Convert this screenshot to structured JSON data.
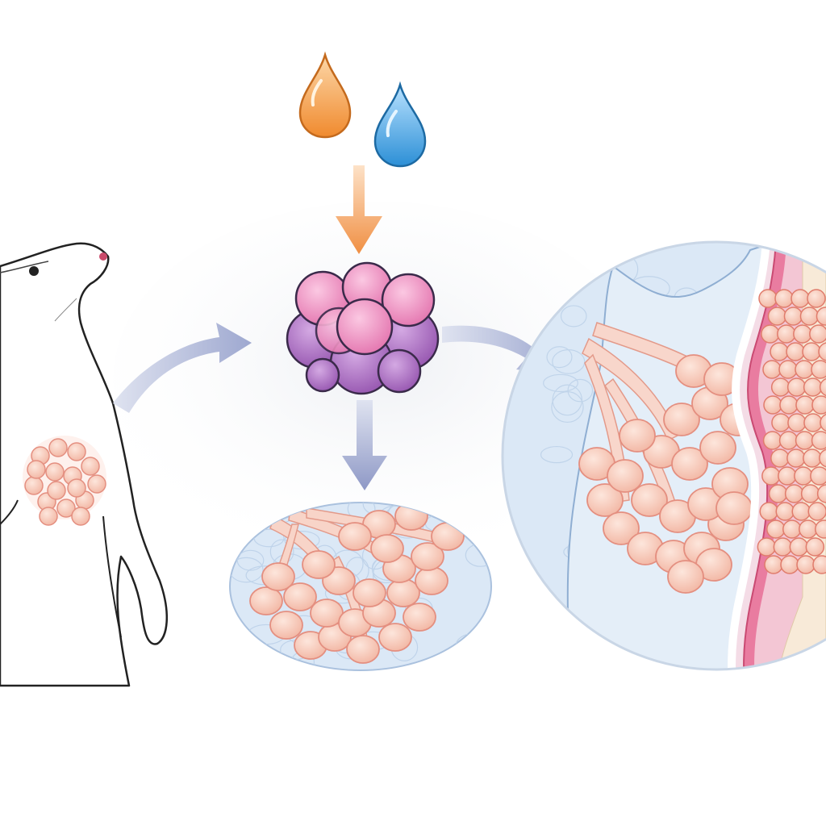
{
  "diagram": {
    "nodes": [
      {
        "id": "mouse",
        "label": "",
        "icon": "mouse-icon"
      },
      {
        "id": "mammary-gland-on-mouse",
        "label": "",
        "icon": "mammary-gland-icon"
      },
      {
        "id": "hormone-drop-orange",
        "label": "",
        "icon": "droplet-icon"
      },
      {
        "id": "hormone-drop-blue",
        "label": "",
        "icon": "droplet-icon"
      },
      {
        "id": "cell-cluster",
        "label": "",
        "icon": "cell-cluster-icon"
      },
      {
        "id": "organoid-lobule",
        "label": "",
        "icon": "alveolar-lobule-icon"
      },
      {
        "id": "tissue-section",
        "label": "",
        "icon": "tissue-magnified-icon"
      }
    ],
    "edges": [
      {
        "from": "mouse",
        "to": "cell-cluster"
      },
      {
        "from": "hormone-drop-orange",
        "to": "cell-cluster"
      },
      {
        "from": "cell-cluster",
        "to": "organoid-lobule"
      },
      {
        "from": "cell-cluster",
        "to": "tissue-section"
      }
    ]
  },
  "colors": {
    "background": "#ffffff",
    "arrow_gray_blue": "#aab3d6",
    "arrow_orange": "#f19a4f",
    "drop_orange": "#f4a03c",
    "drop_blue": "#4aa3e0",
    "cell_pink": "#ea8fc0",
    "cell_purple": "#a467b9",
    "alveoli_peach": "#f7c6b6",
    "alveoli_outline": "#e48f80",
    "tissue_blue": "#d8e7f5",
    "duct_pink": "#e35f87",
    "outline": "#222222"
  }
}
